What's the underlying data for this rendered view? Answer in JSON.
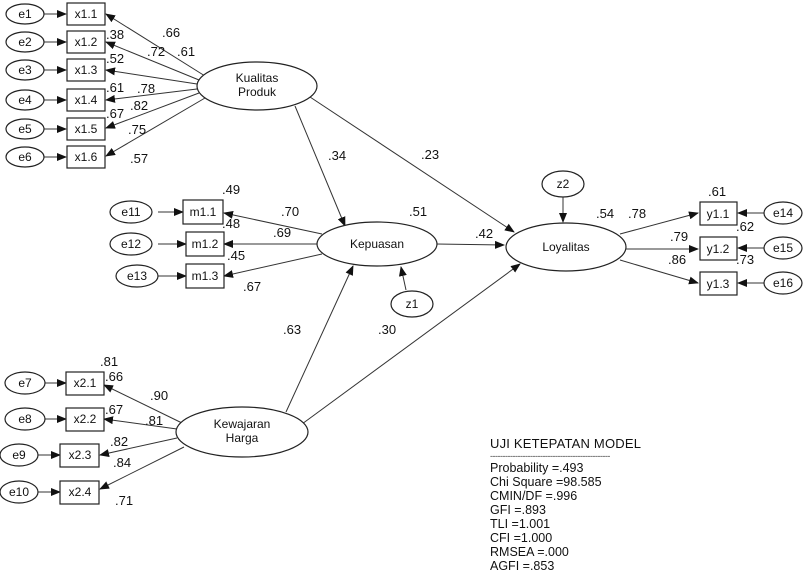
{
  "latents": {
    "kp": {
      "label1": "Kualitas",
      "label2": "Produk"
    },
    "kh": {
      "label1": "Kewajaran",
      "label2": "Harga"
    },
    "kep": {
      "label": "Kepuasan"
    },
    "loy": {
      "label": "Loyalitas"
    }
  },
  "disturbances": {
    "z1": "z1",
    "z2": "z2"
  },
  "indicators": {
    "x1": [
      {
        "name": "x1.1",
        "error": "e1",
        "loading": ".66",
        "r2": ""
      },
      {
        "name": "x1.2",
        "error": "e2",
        "loading": ".72",
        "r2": ".38"
      },
      {
        "name": "x1.3",
        "error": "e3",
        "loading": ".61",
        "r2": ".52"
      },
      {
        "name": "x1.4",
        "error": "e4",
        "loading": ".78",
        "r2": ".61"
      },
      {
        "name": "x1.5",
        "error": "e5",
        "loading": ".82",
        "r2": ".67"
      },
      {
        "name": "x1.6",
        "error": "e6",
        "loading": ".75",
        "r2": ".57"
      }
    ],
    "m1": [
      {
        "name": "m1.1",
        "error": "e11",
        "loading": ".70",
        "r2": ".49"
      },
      {
        "name": "m1.2",
        "error": "e12",
        "loading": ".69",
        "r2": ".48"
      },
      {
        "name": "m1.3",
        "error": "e13",
        "loading": ".67",
        "r2": ".45"
      }
    ],
    "x2": [
      {
        "name": "x2.1",
        "error": "e7",
        "loading": ".90",
        "r2": ".81"
      },
      {
        "name": "x2.2",
        "error": "e8",
        "loading": ".81",
        "r2": ".66"
      },
      {
        "name": "x2.3",
        "error": "e9",
        "loading": ".82",
        "r2": ".67"
      },
      {
        "name": "x2.4",
        "error": "e10",
        "loading": ".84",
        "r2": ".71"
      }
    ],
    "y1": [
      {
        "name": "y1.1",
        "error": "e14",
        "loading": ".78",
        "r2": ".61"
      },
      {
        "name": "y1.2",
        "error": "e15",
        "loading": ".79",
        "r2": ".62"
      },
      {
        "name": "y1.3",
        "error": "e16",
        "loading": ".86",
        "r2": ".73"
      }
    ]
  },
  "paths": {
    "kp_kep": ".34",
    "kp_loy": ".23",
    "kh_kep": ".63",
    "kh_loy": ".30",
    "kep_loy": ".42"
  },
  "r2": {
    "kep": ".51",
    "loy": ".54"
  },
  "gof": {
    "title": "UJI KETEPATAN MODEL",
    "separator": "------------------------------------------------",
    "lines": [
      "Probability =.493",
      "Chi Square =98.585",
      "CMIN/DF =.996",
      "GFI =.893",
      "TLI =1.001",
      "CFI =1.000",
      "RMSEA =.000",
      "AGFI =.853"
    ]
  }
}
